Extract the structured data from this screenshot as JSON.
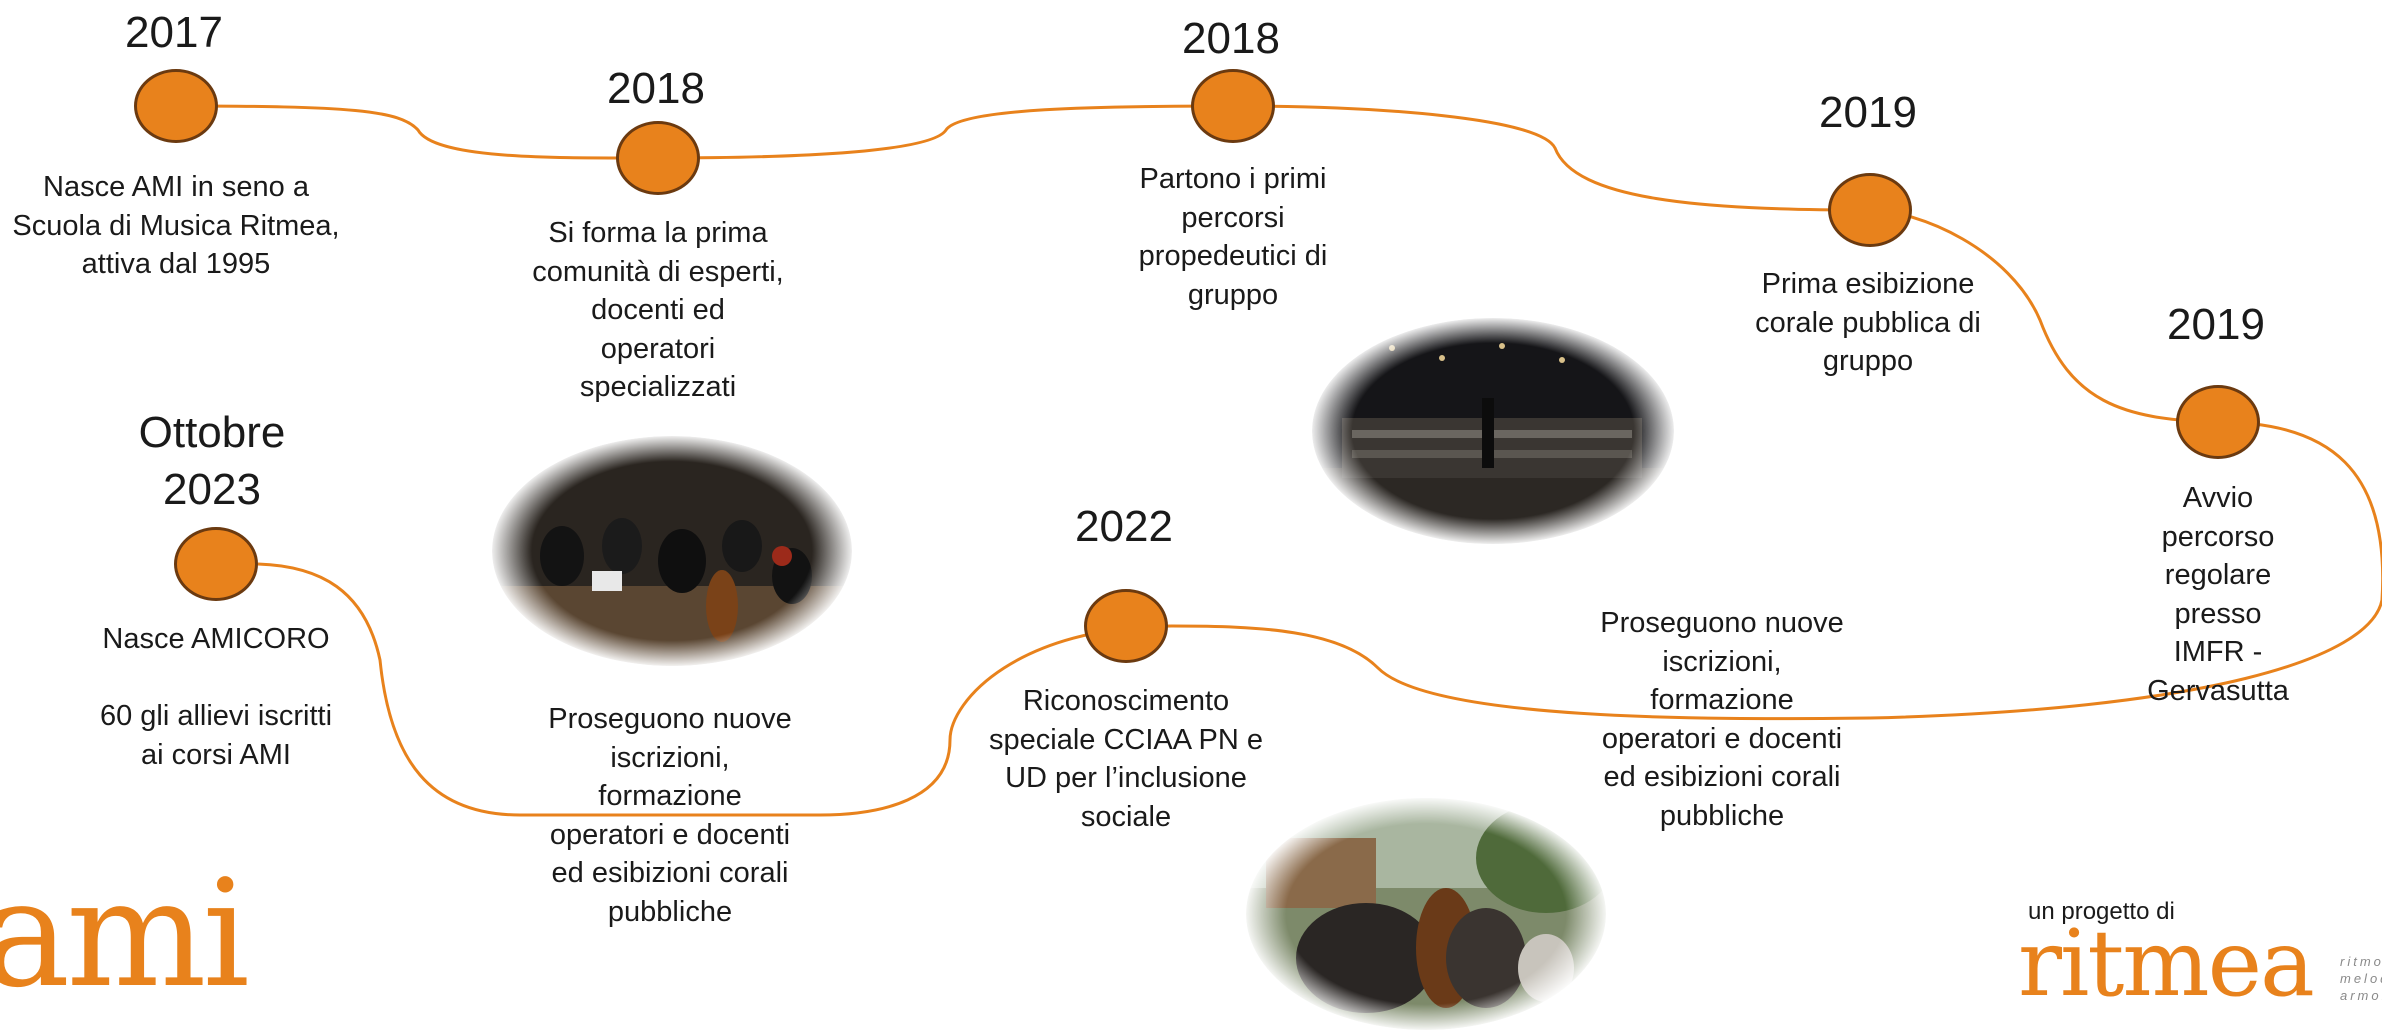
{
  "colors": {
    "accent": "#e8821c",
    "dot_border": "#6b3a10",
    "path": "#e8821c"
  },
  "milestones": [
    {
      "year": "2017",
      "description": "Nasce AMI in seno a\nScuola di Musica Ritmea,\nattiva dal 1995"
    },
    {
      "year": "2018",
      "description": "Si forma la prima\ncomunità di esperti,\ndocenti ed\noperatori\nspecializzati"
    },
    {
      "year": "2018",
      "description": "Partono i primi\npercorsi\npropedeutici di\ngruppo"
    },
    {
      "year": "2019",
      "description": "Prima esibizione\ncorale  pubblica di\ngruppo"
    },
    {
      "year": "2019",
      "description": "Avvio percorso\nregolare presso\nIMFR - Gervasutta"
    },
    {
      "description": "Proseguono nuove\niscrizioni,\nformazione\noperatori e docenti\ned esibizioni corali\npubbliche"
    },
    {
      "year": "2022",
      "description": "Riconoscimento\nspeciale CCIAA PN e\nUD per l’inclusione\nsociale"
    },
    {
      "description": "Proseguono nuove\niscrizioni,\nformazione\noperatori e docenti\ned esibizioni corali\npubbliche"
    },
    {
      "year": "Ottobre\n2023",
      "description": "Nasce AMICORO\n\n60 gli allievi iscritti\nai corsi AMI"
    }
  ],
  "branding": {
    "logo_text": "ami",
    "credit": "un progetto di",
    "partner_logo_text": "ritmea",
    "partner_tagline": "ritmo\nmelodia\narmonia"
  }
}
